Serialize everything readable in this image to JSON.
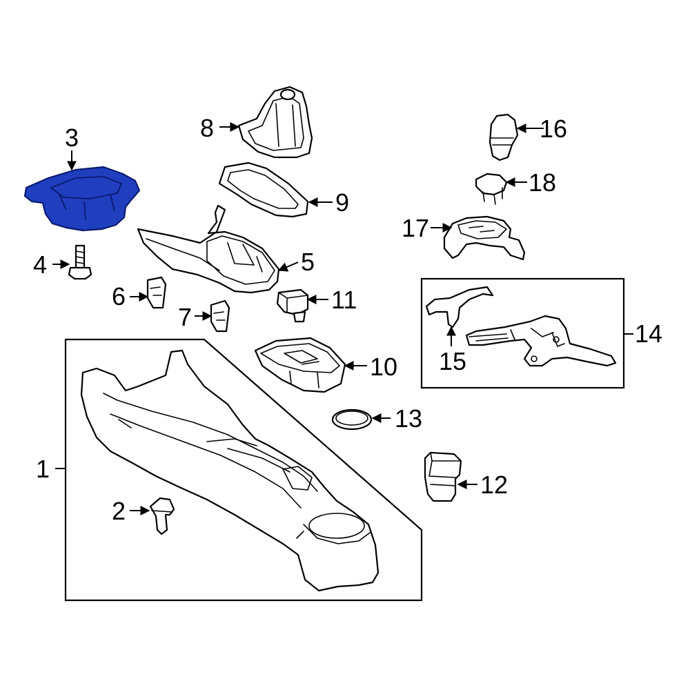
{
  "colors": {
    "background": "#ffffff",
    "line": "#000000",
    "highlight": "#1f3fbf",
    "highlight_line": "#0a1a6e"
  },
  "callouts": {
    "c1": "1",
    "c2": "2",
    "c3": "3",
    "c4": "4",
    "c5": "5",
    "c6": "6",
    "c7": "7",
    "c8": "8",
    "c9": "9",
    "c10": "10",
    "c11": "11",
    "c12": "12",
    "c13": "13",
    "c14": "14",
    "c15": "15",
    "c16": "16",
    "c17": "17",
    "c18": "18"
  },
  "highlighted_part": "3"
}
